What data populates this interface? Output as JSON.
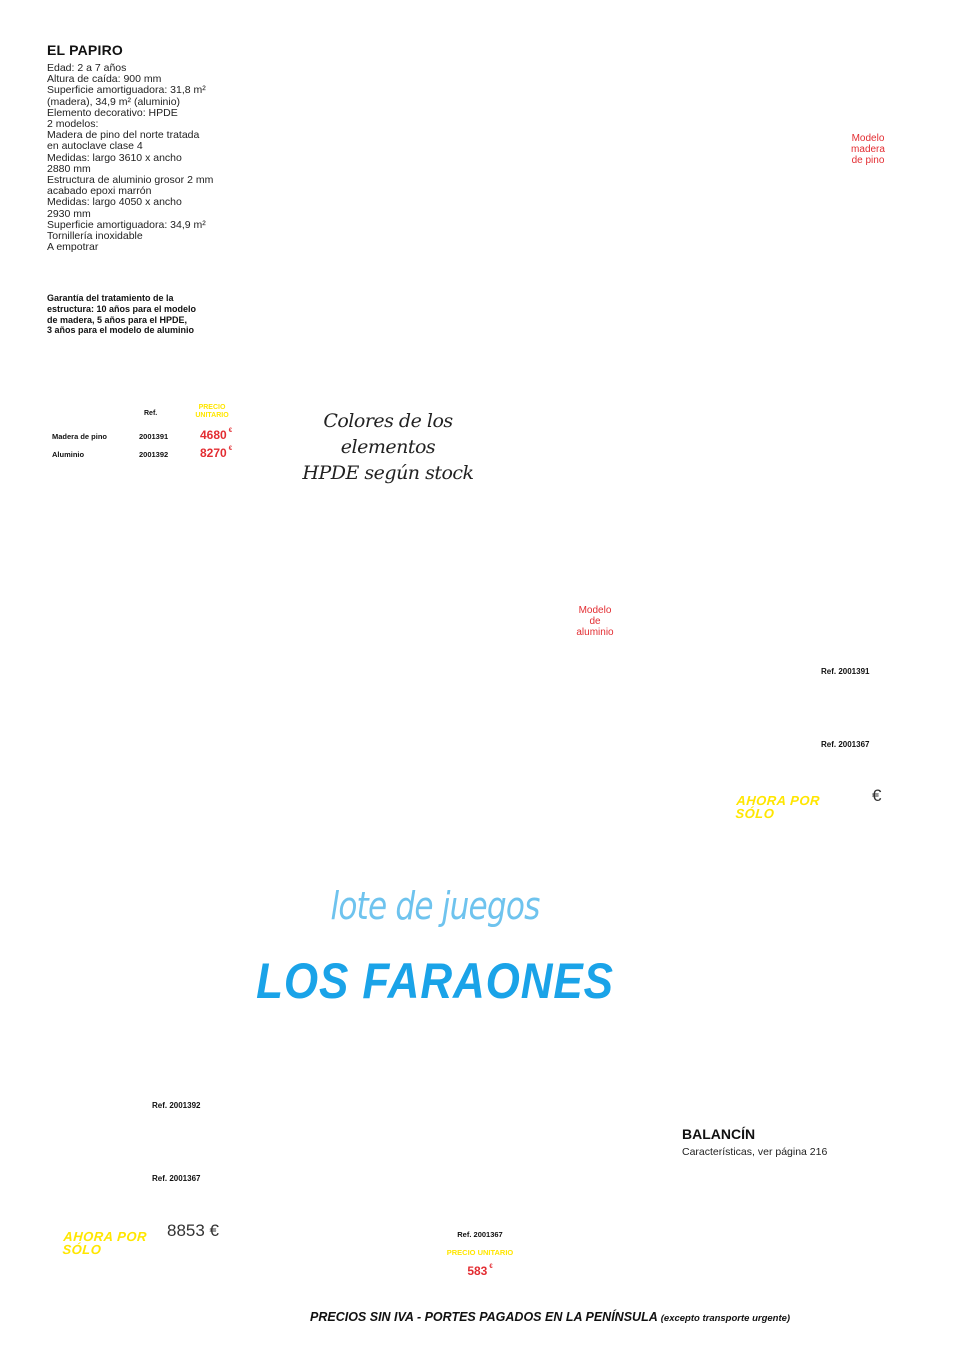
{
  "product": {
    "title": "EL PAPIRO",
    "specs": [
      "Edad: 2 a 7 años",
      "Altura de caída: 900 mm",
      "Superficie amortiguadora: 31,8 m²",
      "(madera), 34,9 m² (aluminio)",
      "Elemento decorativo: HPDE",
      "2 modelos:",
      "Madera de pino del norte tratada",
      "en autoclave clase 4",
      "Medidas: largo 3610 x ancho",
      "2880 mm",
      "Estructura de aluminio grosor 2 mm",
      "acabado epoxi marrón",
      "Medidas: largo 4050 x ancho",
      "2930 mm",
      "Superficie amortiguadora: 34,9 m²",
      "Tornillería inoxidable",
      "A empotrar"
    ],
    "guarantee": [
      "Garantía del tratamiento de la",
      "estructura: 10 años para el modelo",
      "de madera, 5 años para el HPDE,",
      "3 años para el modelo de aluminio"
    ]
  },
  "model_labels": {
    "wood": [
      "Modelo",
      "madera",
      "de pino"
    ],
    "aluminium": [
      "Modelo",
      "de",
      "aluminio"
    ]
  },
  "price_table": {
    "header_ref": "Ref.",
    "header_price": [
      "PRECIO",
      "UNITARIO"
    ],
    "rows": [
      {
        "name": "Madera de pino",
        "ref": "2001391",
        "price": "4680",
        "currency": "€"
      },
      {
        "name": "Aluminio",
        "ref": "2001392",
        "price": "8270",
        "currency": "€"
      }
    ]
  },
  "handwritten_note": [
    "Colores de los elementos",
    "HPDE según stock"
  ],
  "refs": {
    "right_1": "Ref. 2001391",
    "right_2": "Ref. 2001367",
    "left_1": "Ref. 2001392",
    "left_2": "Ref. 2001367"
  },
  "offers": {
    "right": {
      "label_line1": "AHORA POR",
      "label_line2": "SÓLO",
      "price": "€"
    },
    "left": {
      "label_line1": "AHORA POR",
      "label_line2": "SÓLO",
      "price": "8853 €"
    }
  },
  "lot": {
    "subtitle": "lote de juegos",
    "title": "LOS FARAONES"
  },
  "balancin": {
    "title": "BALANCÍN",
    "subtitle": "Características, ver página 216"
  },
  "bottom_item": {
    "ref": "Ref. 2001367",
    "price_label": "PRECIO UNITARIO",
    "price": "583",
    "currency": "€"
  },
  "footer": {
    "main": "PRECIOS SIN IVA - PORTES PAGADOS EN LA PENÍNSULA",
    "note": "(excepto transporte urgente)"
  },
  "colors": {
    "accent_red": "#e32d32",
    "accent_yellow": "#ffe600",
    "title_blue": "#1aa3e8",
    "subtitle_blue": "#6ec3ee"
  }
}
